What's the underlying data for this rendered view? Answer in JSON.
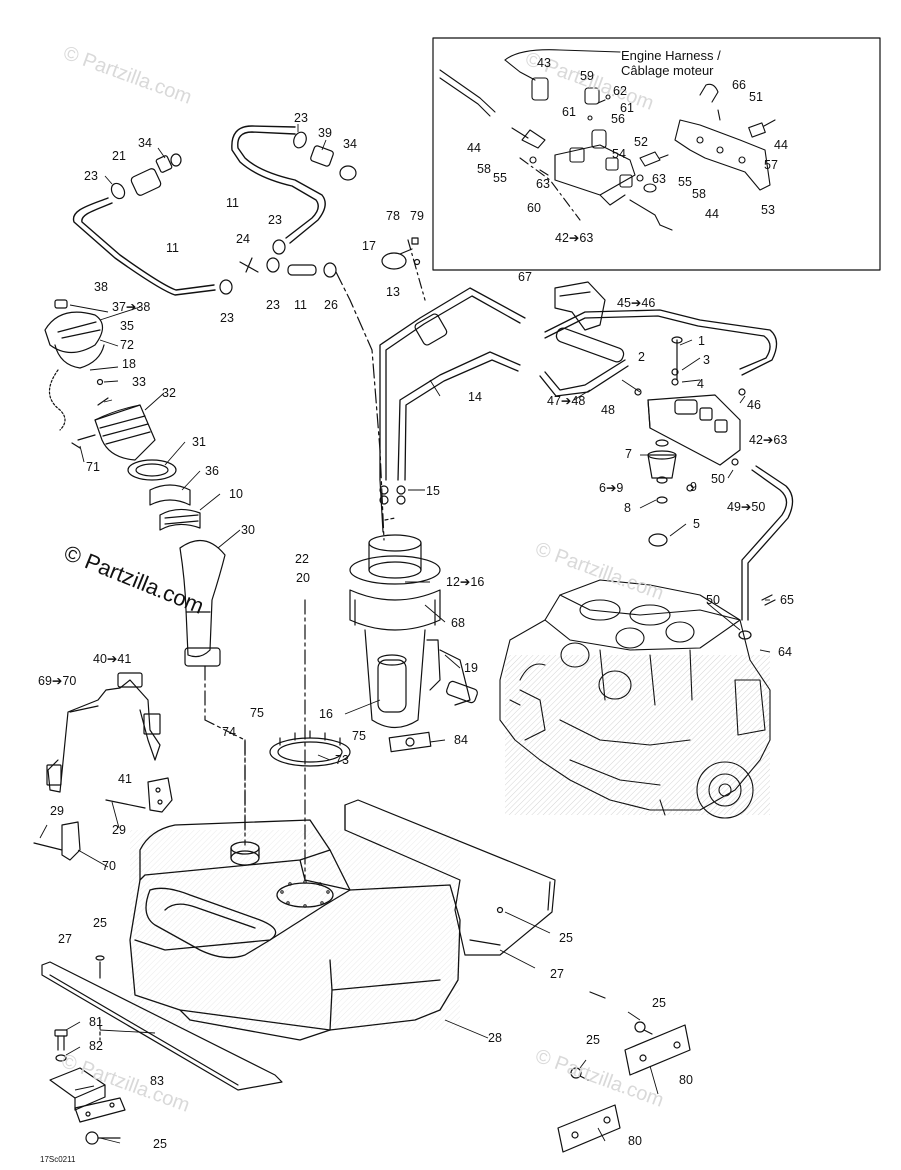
{
  "watermark": {
    "main": "© Partzilla.com",
    "faint": "© Partzilla.com"
  },
  "inset": {
    "harness_en": "Engine Harness /",
    "harness_fr": "Câblage moteur"
  },
  "drawing_code": "17Sc0211",
  "callouts": [
    {
      "id": "c34a",
      "text": "34"
    },
    {
      "id": "c21",
      "text": "21"
    },
    {
      "id": "c23a",
      "text": "23"
    },
    {
      "id": "c23b",
      "text": "23"
    },
    {
      "id": "c39",
      "text": "39"
    },
    {
      "id": "c34b",
      "text": "34"
    },
    {
      "id": "c11a",
      "text": "11"
    },
    {
      "id": "c23c",
      "text": "23"
    },
    {
      "id": "c24",
      "text": "24"
    },
    {
      "id": "c11b",
      "text": "11"
    },
    {
      "id": "c23d",
      "text": "23"
    },
    {
      "id": "c11c",
      "text": "11"
    },
    {
      "id": "c26",
      "text": "26"
    },
    {
      "id": "c23e",
      "text": "23"
    },
    {
      "id": "c78",
      "text": "78"
    },
    {
      "id": "c79",
      "text": "79"
    },
    {
      "id": "c17",
      "text": "17"
    },
    {
      "id": "c13",
      "text": "13"
    },
    {
      "id": "c38",
      "text": "38"
    },
    {
      "id": "c3738",
      "text": "37➔38"
    },
    {
      "id": "c35",
      "text": "35"
    },
    {
      "id": "c72",
      "text": "72"
    },
    {
      "id": "c18",
      "text": "18"
    },
    {
      "id": "c33",
      "text": "33"
    },
    {
      "id": "c32",
      "text": "32"
    },
    {
      "id": "c71",
      "text": "71"
    },
    {
      "id": "c31",
      "text": "31"
    },
    {
      "id": "c36",
      "text": "36"
    },
    {
      "id": "c10",
      "text": "10"
    },
    {
      "id": "c30",
      "text": "30"
    },
    {
      "id": "c14",
      "text": "14"
    },
    {
      "id": "c15",
      "text": "15"
    },
    {
      "id": "c22",
      "text": "22"
    },
    {
      "id": "c20",
      "text": "20"
    },
    {
      "id": "c1216",
      "text": "12➔16"
    },
    {
      "id": "c68",
      "text": "68"
    },
    {
      "id": "c19",
      "text": "19"
    },
    {
      "id": "c16",
      "text": "16"
    },
    {
      "id": "c75a",
      "text": "75"
    },
    {
      "id": "c75b",
      "text": "75"
    },
    {
      "id": "c74",
      "text": "74"
    },
    {
      "id": "c73",
      "text": "73"
    },
    {
      "id": "c84",
      "text": "84"
    },
    {
      "id": "c4041",
      "text": "40➔41"
    },
    {
      "id": "c6970",
      "text": "69➔70"
    },
    {
      "id": "c41",
      "text": "41"
    },
    {
      "id": "c29a",
      "text": "29"
    },
    {
      "id": "c29b",
      "text": "29"
    },
    {
      "id": "c70",
      "text": "70"
    },
    {
      "id": "c67",
      "text": "67"
    },
    {
      "id": "c4546",
      "text": "45➔46"
    },
    {
      "id": "c1",
      "text": "1"
    },
    {
      "id": "c2",
      "text": "2"
    },
    {
      "id": "c3",
      "text": "3"
    },
    {
      "id": "c4",
      "text": "4"
    },
    {
      "id": "c4748",
      "text": "47➔48"
    },
    {
      "id": "c48",
      "text": "48"
    },
    {
      "id": "c46",
      "text": "46"
    },
    {
      "id": "c4263b",
      "text": "42➔63"
    },
    {
      "id": "c7",
      "text": "7"
    },
    {
      "id": "c69",
      "text": "6➔9"
    },
    {
      "id": "c8",
      "text": "8"
    },
    {
      "id": "c9",
      "text": "9"
    },
    {
      "id": "c50a",
      "text": "50"
    },
    {
      "id": "c4950",
      "text": "49➔50"
    },
    {
      "id": "c5",
      "text": "5"
    },
    {
      "id": "c50b",
      "text": "50"
    },
    {
      "id": "c65",
      "text": "65"
    },
    {
      "id": "c64",
      "text": "64"
    },
    {
      "id": "c43",
      "text": "43"
    },
    {
      "id": "c59",
      "text": "59"
    },
    {
      "id": "c62",
      "text": "62"
    },
    {
      "id": "c61a",
      "text": "61"
    },
    {
      "id": "c61b",
      "text": "61"
    },
    {
      "id": "c66",
      "text": "66"
    },
    {
      "id": "c51",
      "text": "51"
    },
    {
      "id": "c44a",
      "text": "44"
    },
    {
      "id": "c56",
      "text": "56"
    },
    {
      "id": "c44b",
      "text": "44"
    },
    {
      "id": "c52",
      "text": "52"
    },
    {
      "id": "c54",
      "text": "54"
    },
    {
      "id": "c57",
      "text": "57"
    },
    {
      "id": "c58a",
      "text": "58"
    },
    {
      "id": "c55a",
      "text": "55"
    },
    {
      "id": "c63a",
      "text": "63"
    },
    {
      "id": "c63b",
      "text": "63"
    },
    {
      "id": "c55b",
      "text": "55"
    },
    {
      "id": "c58b",
      "text": "58"
    },
    {
      "id": "c53",
      "text": "53"
    },
    {
      "id": "c60",
      "text": "60"
    },
    {
      "id": "c44c",
      "text": "44"
    },
    {
      "id": "c4263a",
      "text": "42➔63"
    },
    {
      "id": "c25a",
      "text": "25"
    },
    {
      "id": "c27a",
      "text": "27"
    },
    {
      "id": "c25b",
      "text": "25"
    },
    {
      "id": "c27b",
      "text": "27"
    },
    {
      "id": "c28",
      "text": "28"
    },
    {
      "id": "c81",
      "text": "81"
    },
    {
      "id": "c82",
      "text": "82"
    },
    {
      "id": "c83",
      "text": "83"
    },
    {
      "id": "c25c",
      "text": "25"
    },
    {
      "id": "c25d",
      "text": "25"
    },
    {
      "id": "c25e",
      "text": "25"
    },
    {
      "id": "c80a",
      "text": "80"
    },
    {
      "id": "c80b",
      "text": "80"
    }
  ]
}
